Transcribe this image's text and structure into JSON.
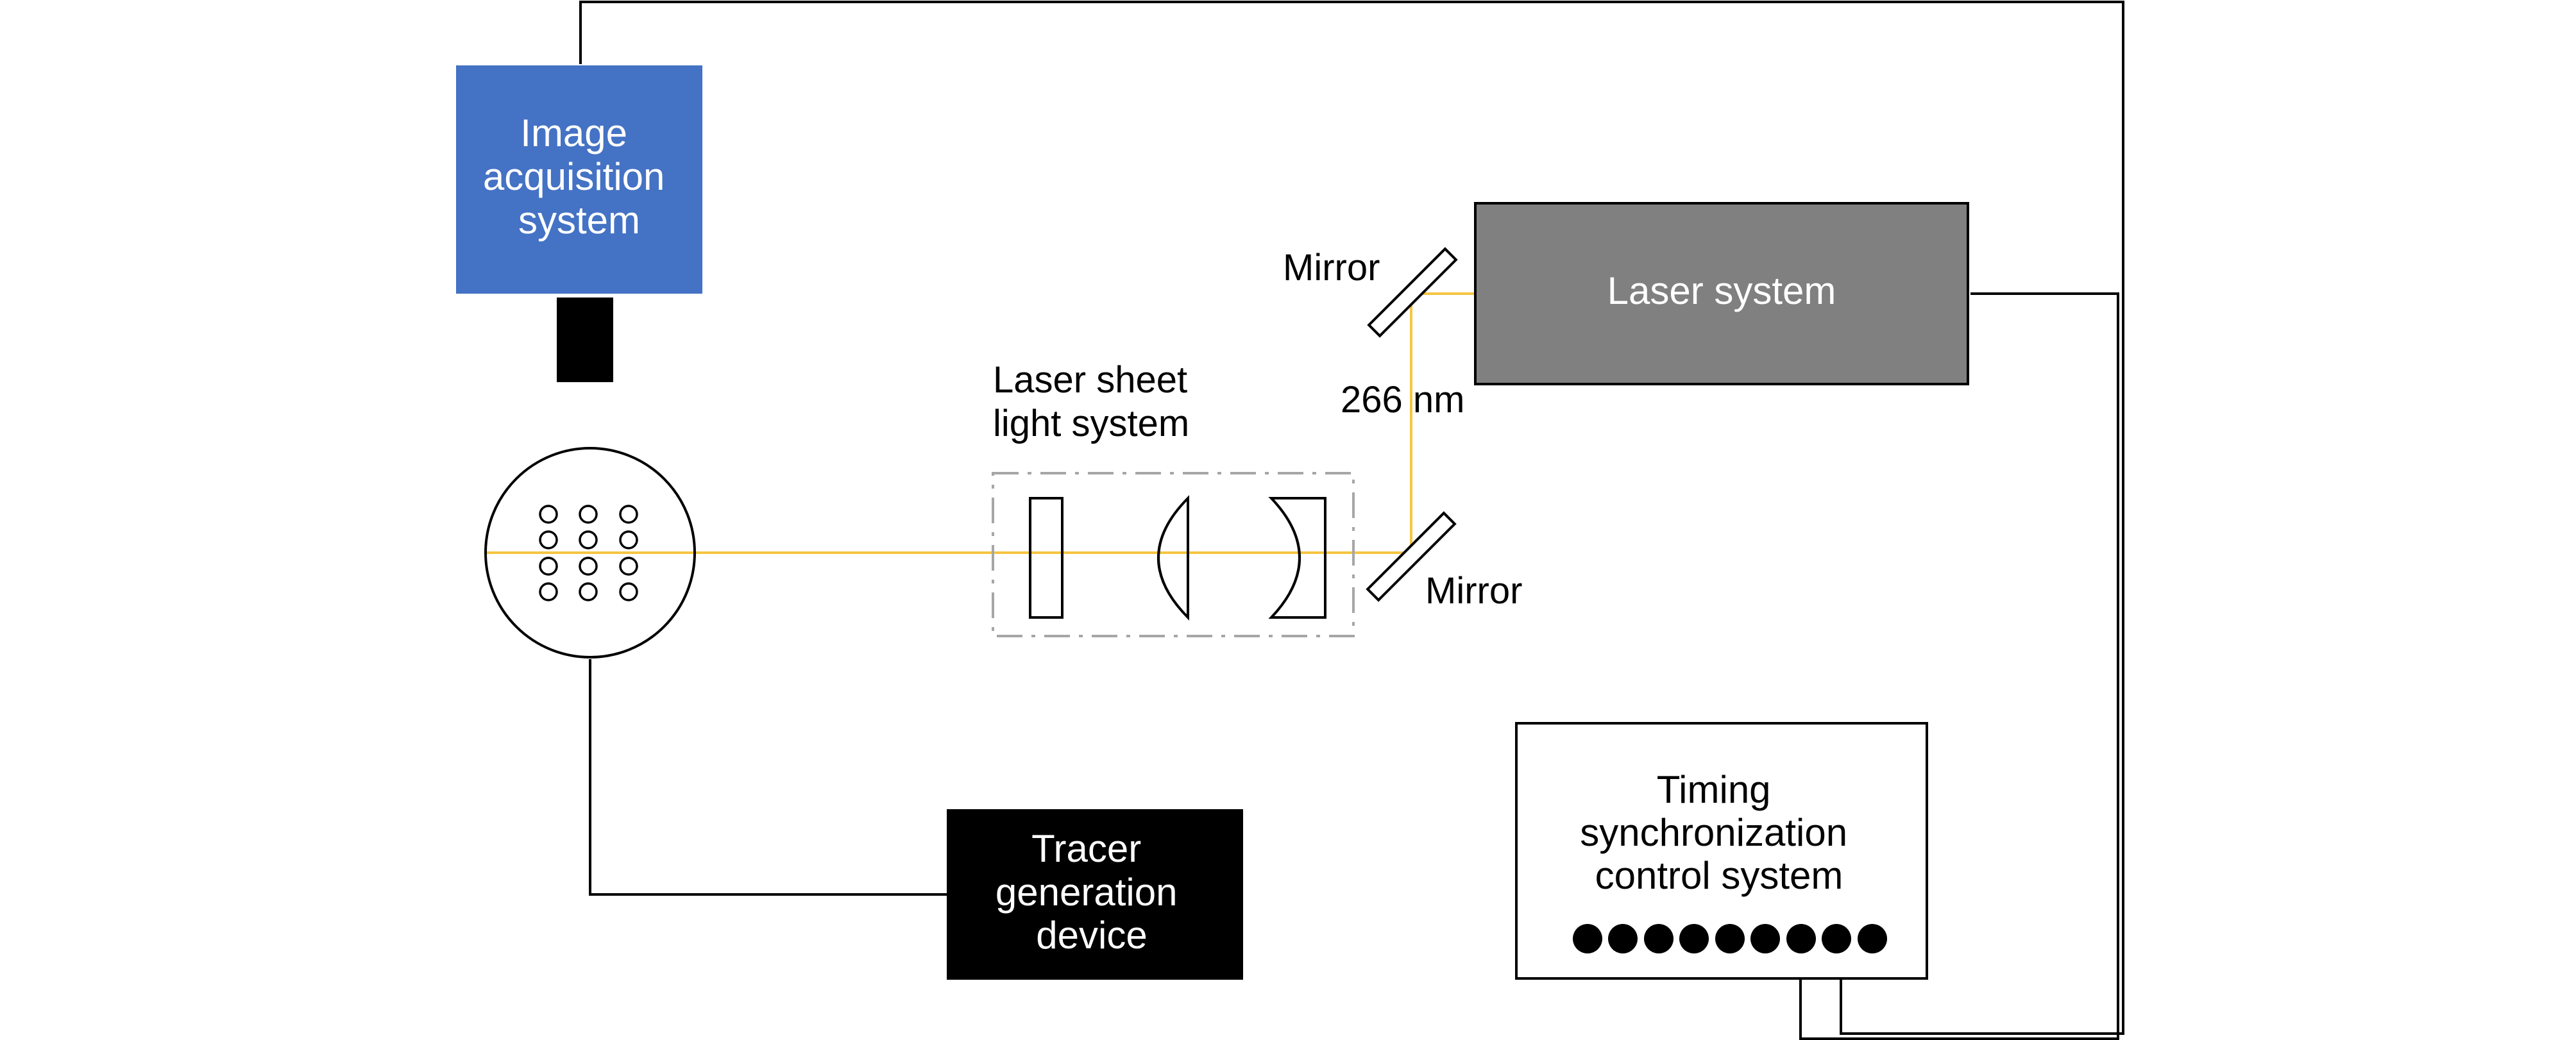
{
  "labels": {
    "image_acquisition": [
      "Image",
      "acquisition",
      "system"
    ],
    "laser_system": "Laser system",
    "mirror_top": "Mirror",
    "mirror_bottom": "Mirror",
    "wavelength": "266 nm",
    "laser_sheet": [
      "Laser sheet",
      "light system"
    ],
    "tracer": [
      "Tracer",
      "generation",
      "device"
    ],
    "timing": [
      "Timing",
      "synchronization",
      "control system"
    ]
  },
  "colors": {
    "acquisition_fill": "#4472c4",
    "laser_fill": "#808080",
    "beam": "#f5c542",
    "dashed_box": "#a6a6a6",
    "line": "#000000",
    "tracer_fill": "#000000"
  }
}
